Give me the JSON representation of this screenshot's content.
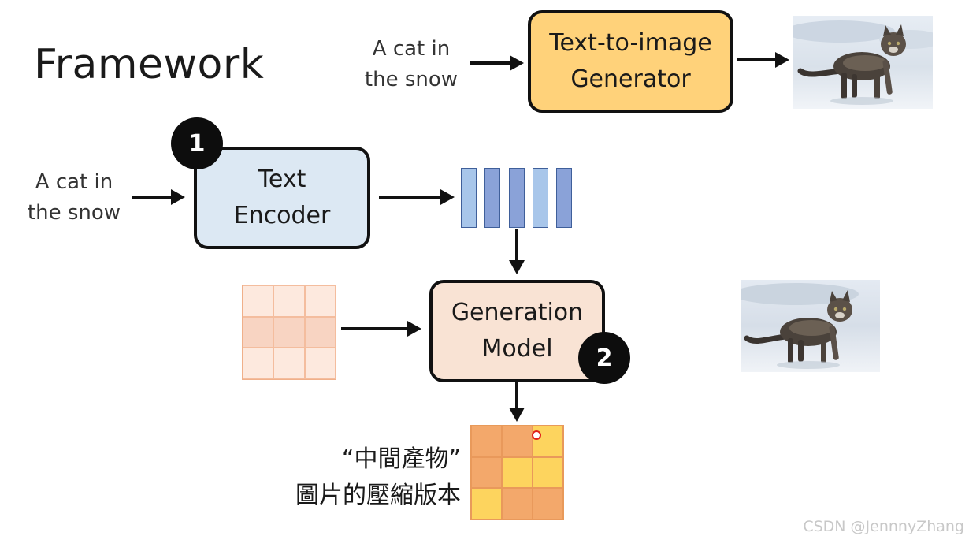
{
  "slide": {
    "title": "Framework"
  },
  "top_row": {
    "input_text_line1": "A cat in",
    "input_text_line2": "the snow",
    "generator_line1": "Text-to-image",
    "generator_line2": "Generator"
  },
  "encoder_row": {
    "input_text_line1": "A cat in",
    "input_text_line2": "the snow",
    "encoder_line1": "Text",
    "encoder_line2": "Encoder",
    "badge": "1"
  },
  "model_row": {
    "model_line1": "Generation",
    "model_line2": "Model",
    "badge": "2"
  },
  "intermediate": {
    "line1": "“中間產物”",
    "line2": "圖片的壓縮版本"
  },
  "watermark": "CSDN @JennnyZhang",
  "colors": {
    "generator_fill": "#ffd27a",
    "encoder_fill": "#dce8f3",
    "model_fill": "#f9e3d4",
    "vector_light": "#9dbde5",
    "vector_dark": "#7f97d1",
    "noise_grid_light": "#fde9de",
    "noise_grid_mid": "#f8d4c2",
    "latent_orange": "#f3a86b",
    "latent_yellow": "#fdd45e"
  },
  "icons": [
    "cat-photo",
    "arrow-right",
    "arrow-down",
    "step-badge"
  ]
}
